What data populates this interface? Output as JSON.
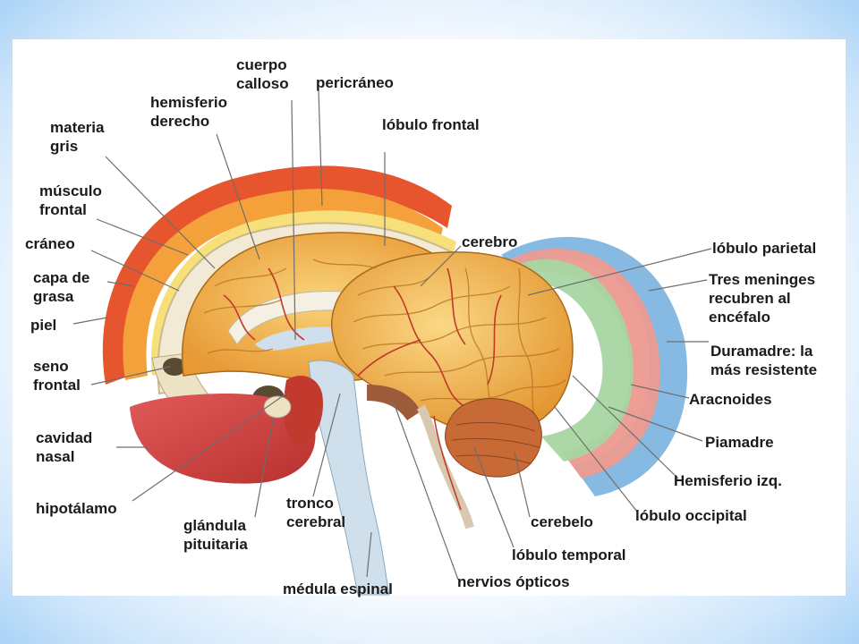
{
  "labels": {
    "materia_gris": [
      "materia",
      "gris"
    ],
    "hemisferio_derecho": [
      "hemisferio",
      "derecho"
    ],
    "cuerpo_calloso": [
      "cuerpo",
      "calloso"
    ],
    "pericraneo": [
      "pericráneo"
    ],
    "lobulo_frontal": [
      "lóbulo frontal"
    ],
    "musculo_frontal": [
      "músculo",
      "frontal"
    ],
    "craneo": [
      "cráneo"
    ],
    "capa_de_grasa": [
      "capa de",
      "grasa"
    ],
    "piel": [
      "piel"
    ],
    "seno_frontal": [
      "seno",
      "frontal"
    ],
    "cavidad_nasal": [
      "cavidad",
      "nasal"
    ],
    "hipotalamo": [
      "hipotálamo"
    ],
    "glandula_pituitaria": [
      "glándula",
      "pituitaria"
    ],
    "tronco_cerebral": [
      "tronco",
      "cerebral"
    ],
    "medula_espinal": [
      "médula espinal"
    ],
    "nervios_opticos": [
      "nervios ópticos"
    ],
    "lobulo_temporal": [
      "lóbulo temporal"
    ],
    "cerebelo": [
      "cerebelo"
    ],
    "lobulo_occipital": [
      "lóbulo occipital"
    ],
    "hemisferio_izq": [
      "Hemisferio izq."
    ],
    "piamadre": [
      "Piamadre"
    ],
    "aracnoides": [
      "Aracnoides"
    ],
    "duramadre": [
      "Duramadre: la",
      "más resistente"
    ],
    "tres_meninges": [
      "Tres meninges",
      "recubren al",
      "encéfalo"
    ],
    "lobulo_parietal": [
      "lóbulo parietal"
    ],
    "cerebro": [
      "cerebro"
    ]
  },
  "colors": {
    "skin": "#e8542c",
    "fat": "#f6a23a",
    "skull": "#f3ead2",
    "dura": "#6aa8dc",
    "arachnoid": "#e98c86",
    "pia": "#9fd19a",
    "brain": "#f2b451",
    "vessel": "#c0392b",
    "nasal": "#d84a4a",
    "ventricle": "#cfe0ec",
    "cerebellum": "#c86a36"
  }
}
